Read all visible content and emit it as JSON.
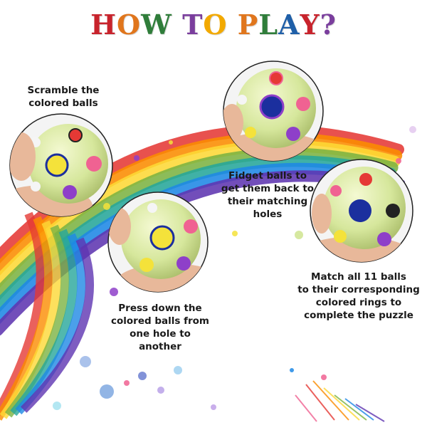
{
  "title": {
    "text": "HOW TO PLAY?",
    "letter_colors": [
      "#c8232c",
      "#e0761d",
      "#2f7d3a",
      "#1f5fa8",
      "#7a3e9d",
      "#f2a900",
      "#c8232c",
      "#e0761d",
      "#2f7d3a",
      "#1f5fa8",
      "#c8232c",
      "#7a3e9d"
    ]
  },
  "steps": [
    {
      "id": "scramble",
      "caption": [
        "Scramble the",
        "colored balls"
      ]
    },
    {
      "id": "press",
      "caption": [
        "Press down the",
        "colored balls from",
        "one hole to",
        "another"
      ]
    },
    {
      "id": "fidget",
      "caption": [
        "Fidget balls to",
        "get them back to",
        "their matching",
        "holes"
      ]
    },
    {
      "id": "match",
      "caption": [
        "Match all 11 balls",
        "to their corresponding",
        "colored rings to",
        "complete the puzzle"
      ]
    }
  ],
  "rainbow_colors": [
    "#e53935",
    "#fb8c00",
    "#fdd835",
    "#7cb342",
    "#26a69a",
    "#1e88e5",
    "#5e35b1"
  ],
  "ball_colors": {
    "shell": "#d8e8a0",
    "pink": "#f06292",
    "yellow": "#f4e23a",
    "purple": "#8e3fc9",
    "blue": "#1b2f9e",
    "red": "#e53935",
    "black": "#222222",
    "white": "#f5f5f5"
  }
}
